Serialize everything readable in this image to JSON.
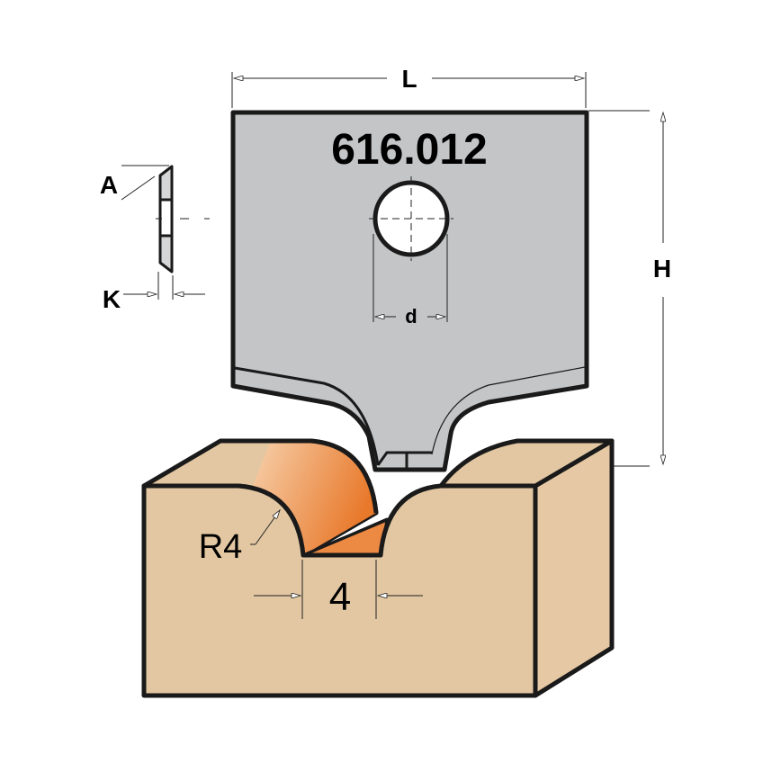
{
  "knife": {
    "code": "616.012"
  },
  "dimensions": {
    "length_label": "L",
    "height_label": "H",
    "bore_label": "d",
    "angle_label": "A",
    "thickness_label": "K"
  },
  "profile": {
    "radius_label": "R4",
    "width_label": "4"
  },
  "colors": {
    "knife": "#c3c5c7",
    "wood": "#e2c7a2",
    "cut": "#e8782a",
    "outline": "#1a1a1a"
  }
}
